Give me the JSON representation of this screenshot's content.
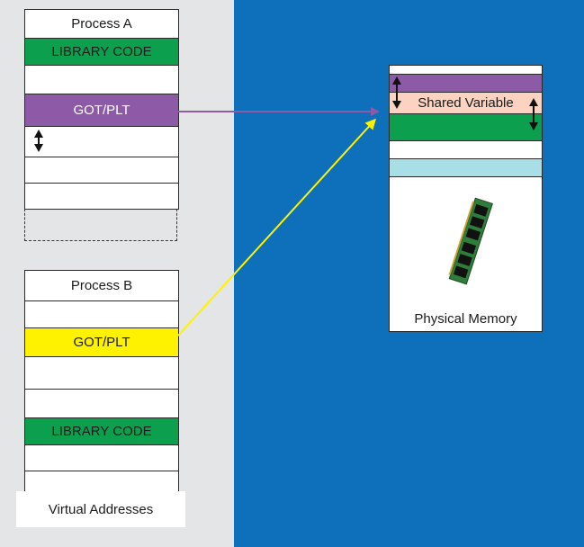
{
  "process_a": {
    "title": "Process A",
    "library_code_label": "LIBRARY CODE",
    "got_plt_label": "GOT/PLT"
  },
  "process_b": {
    "title": "Process B",
    "got_plt_label": "GOT/PLT",
    "library_code_label": "LIBRARY CODE"
  },
  "virtual_addresses_label": "Virtual Addresses",
  "physical_memory": {
    "shared_variable_label": "Shared Variable",
    "caption": "Physical Memory"
  },
  "colors": {
    "left_panel_bg": "#e4e5e7",
    "right_panel_bg": "#0e6fba",
    "library_code_green": "#0ca04e",
    "got_plt_purple": "#8c5aa6",
    "got_plt_yellow": "#fff200",
    "shared_variable_peach": "#fbd3c0",
    "light_blue_band": "#a8dfe6"
  }
}
